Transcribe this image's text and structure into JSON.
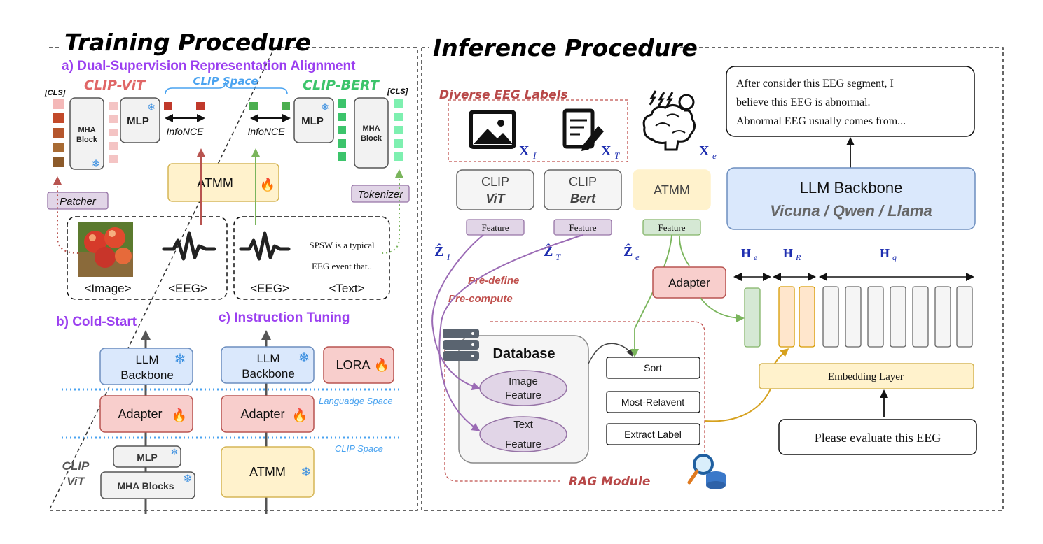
{
  "training": {
    "title": "Training Procedure",
    "section_a": "a) Dual-Supervision Representation Alignment",
    "clip_vit": "CLIP-ViT",
    "clip_bert": "CLIP-BERT",
    "clip_space": "CLIP Space",
    "cls_left": "[CLS]",
    "cls_right": "[CLS]",
    "mha_block_line1": "MHA",
    "mha_block_line2": "Block",
    "mlp": "MLP",
    "infonce": "InfoNCE",
    "atmm": "ATMM",
    "patcher": "Patcher",
    "tokenizer": "Tokenizer",
    "input_image": "<Image>",
    "input_eeg": "<EEG>",
    "input_eeg2": "<EEG>",
    "input_text": "<Text>",
    "spsw_line1": "SPSW is a typical",
    "spsw_line2": "EEG event that..",
    "section_b": "b) Cold-Start",
    "section_c": "c) Instruction Tuning",
    "llm_line1": "LLM",
    "llm_line2": "Backbone",
    "lora": "LORA",
    "adapter": "Adapter",
    "language_space": "Languadge Space",
    "clip_space_bottom": "CLIP Space",
    "mlp_small": "MLP",
    "mha_blocks": "MHA Blocks",
    "clip_vit_line1": "CLIP",
    "clip_vit_line2": "ViT"
  },
  "inference": {
    "title": "Inference Procedure",
    "diverse_labels": "Diverse EEG Labels",
    "x_i": "X",
    "x_i_sub": "I",
    "x_t": "X",
    "x_t_sub": "T",
    "x_e": "X",
    "x_e_sub": "e",
    "clip_vit_line1": "CLIP",
    "clip_vit_line2": "ViT",
    "clip_bert_line1": "CLIP",
    "clip_bert_line2": "Bert",
    "atmm": "ATMM",
    "feature": "Feature",
    "z_i": "Ẑ",
    "z_i_sub": "I",
    "z_t": "Ẑ",
    "z_t_sub": "T",
    "z_e": "Ẑ",
    "z_e_sub": "e",
    "predefine": "Pre-define",
    "precompute": "Pre-compute",
    "database": "Database",
    "image_feature_line1": "Image",
    "image_feature_line2": "Feature",
    "text_feature_line1": "Text",
    "text_feature_line2": "Feature",
    "sort": "Sort",
    "most_relevant": "Most-Relavent",
    "extract_label": "Extract Label",
    "rag_module": "RAG Module",
    "adapter": "Adapter",
    "output_line1": "After consider this EEG segment, I",
    "output_line2": "believe this EEG is abnormal.",
    "output_line3": "Abnormal EEG usually comes from...",
    "llm_backbone": "LLM Backbone",
    "llm_models": "Vicuna / Qwen / Llama",
    "h_e": "H",
    "h_e_sub": "e",
    "h_r": "H",
    "h_r_sub": "R",
    "h_q": "H",
    "h_q_sub": "q",
    "embedding_layer": "Embedding Layer",
    "prompt": "Please evaluate this EEG"
  },
  "colors": {
    "purple": "#9b3ff0",
    "red_label": "#d9534f",
    "green_label": "#3cc46b",
    "blue_label": "#4aa3f0",
    "rag_red": "#b84848",
    "math_blue": "#1f2fb0"
  }
}
